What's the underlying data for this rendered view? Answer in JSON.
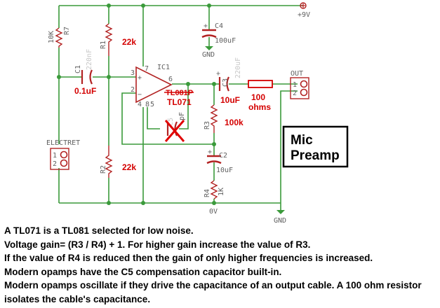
{
  "schematic": {
    "supply_label": "+9V",
    "ground_label": "GND",
    "zero_volt_label": "0V",
    "parts": {
      "r7": {
        "ref": "R7",
        "value": "10K"
      },
      "r1": {
        "ref": "R1",
        "value": "22k"
      },
      "r2": {
        "ref": "R2",
        "value": "22k"
      },
      "r3": {
        "ref": "R3",
        "value": "100k"
      },
      "r4": {
        "ref": "R4",
        "value": "1K"
      },
      "r_out": {
        "value": "100",
        "unit": "ohms"
      },
      "c1": {
        "ref": "C1",
        "value": "0.1uF",
        "faint": "220nF"
      },
      "c2": {
        "ref": "C2",
        "value": "10uF"
      },
      "c3": {
        "ref": "C3",
        "value": "10uF",
        "faint": "220uF"
      },
      "c4": {
        "ref": "C4",
        "value": "100uF"
      },
      "c5": {
        "ref": "C5",
        "value": "pF"
      },
      "ic1": {
        "ref": "IC1",
        "part": "TL071",
        "struck": "TL081P",
        "pins": [
          "2",
          "3",
          "6",
          "7",
          "4",
          "8",
          "5"
        ]
      },
      "mic": {
        "label": "ELECTRET",
        "pins": [
          "1",
          "2"
        ]
      },
      "out": {
        "label": "OUT",
        "pins": [
          "1",
          "2"
        ]
      }
    },
    "title_box": [
      "Mic",
      "Preamp"
    ]
  },
  "notes": [
    "A TL071 is a TL081 selected for low noise.",
    "Voltage gain= (R3 / R4) + 1. For higher gain increase the value of R3.",
    "If the value of R4 is reduced then the gain of only higher frequencies is increased.",
    "Modern opamps have the C5 compensation capacitor built-in.",
    "Modern opamps oscillate if they drive the capacitance of an output cable. A 100 ohm resistor isolates the cable's capacitance."
  ],
  "colors": {
    "wire": "#3a9a3a",
    "component": "#b22222",
    "annotation": "#d40000"
  }
}
